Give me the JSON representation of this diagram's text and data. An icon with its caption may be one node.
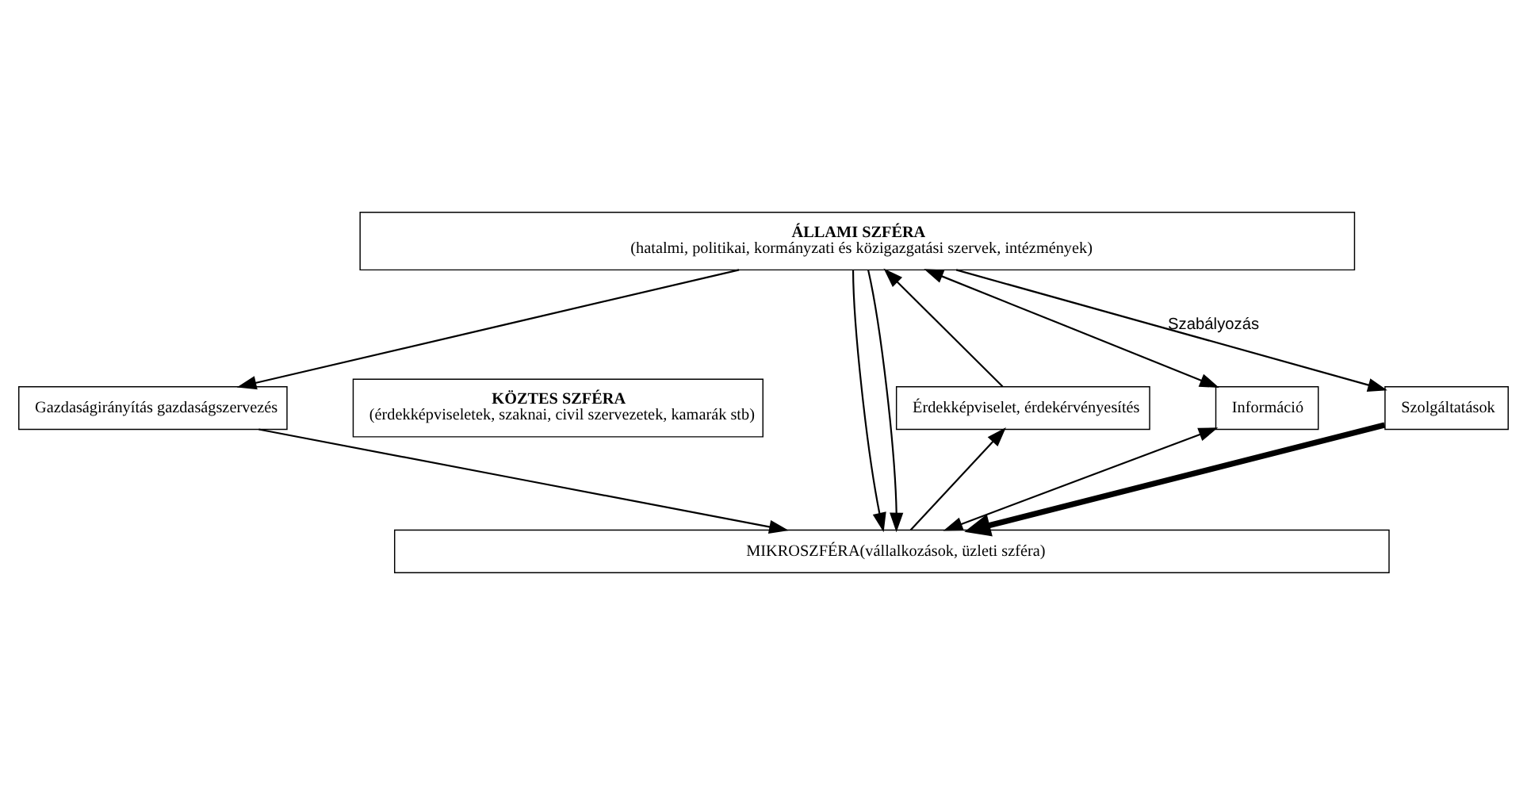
{
  "diagram": {
    "nodes": [
      {
        "text": [
          "ÁLLAMI SZFÉRA",
          "(hatalmi, politikai, kormányzati és közigazgatási szervek, intézmények)"
        ]
      },
      {
        "text": [
          "KÖZTES SZFÉRA",
          "(érdekképviseletek, szaknai, civil szervezetek, kamarák stb)"
        ]
      },
      {
        "text": [
          "Gazdaságirányítás gazdaságszervezés"
        ]
      },
      {
        "text": [
          "Érdekképviselet, érdekérvényesítés"
        ]
      },
      {
        "text": [
          "Információ"
        ]
      },
      {
        "text": [
          "Szolgáltatások"
        ]
      },
      {
        "text": [
          "MIKROSZFÉRA(vállalkozások, üzleti szféra)"
        ]
      }
    ],
    "edges": [
      {
        "from": 0,
        "to": 2,
        "arrow": "to"
      },
      {
        "from": 2,
        "to": 6,
        "arrow": "to"
      },
      {
        "from": 0,
        "to": 6,
        "arrow": "to"
      },
      {
        "from": 3,
        "to": 0,
        "arrow": "to"
      },
      {
        "from": 6,
        "to": 3,
        "arrow": "to"
      },
      {
        "from": 0,
        "to": 4,
        "arrow": "both"
      },
      {
        "from": 4,
        "to": 6,
        "arrow": "both"
      },
      {
        "from": 0,
        "to": 6,
        "arrow": "to"
      },
      {
        "from": 0,
        "to": 5,
        "arrow": "to",
        "label": "Szabályozás"
      },
      {
        "from": 5,
        "to": 6,
        "arrow": "to",
        "style": "thick"
      }
    ]
  }
}
